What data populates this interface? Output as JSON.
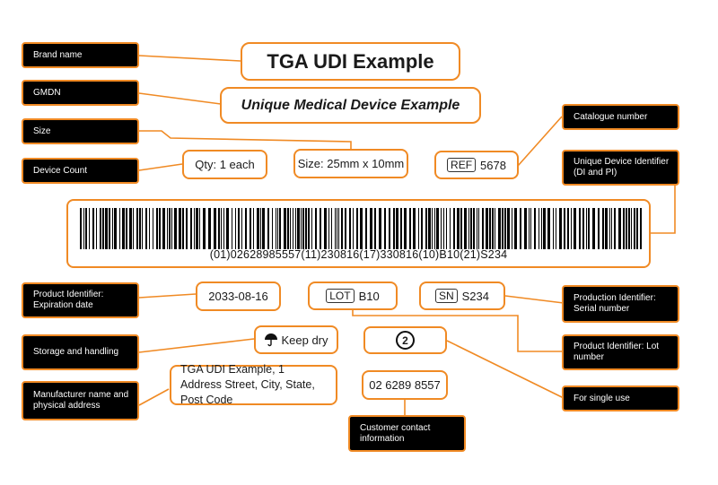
{
  "labels": {
    "brand_name": "Brand name",
    "gmdn": "GMDN",
    "size": "Size",
    "device_count": "Device Count",
    "catalogue_number": "Catalogue number",
    "udi": "Unique Device Identifier (DI and PI)",
    "expiration": "Product Identifier: Expiration date",
    "storage": "Storage and handling",
    "manufacturer": "Manufacturer name and physical address",
    "serial": "Production Identifier: Serial number",
    "lot": "Product Identifier: Lot number",
    "single_use": "For single use",
    "contact": "Customer contact information"
  },
  "fields": {
    "brand": "TGA UDI Example",
    "gmdn": "Unique Medical Device Example",
    "qty": "Qty: 1 each",
    "size": "Size: 25mm x 10mm",
    "ref_symbol": "REF",
    "ref_value": "5678",
    "barcode_text": "(01)02628985557(11)230816(17)330816(10)B10(21)S234",
    "expiry": "2033-08-16",
    "lot_symbol": "LOT",
    "lot_value": "B10",
    "sn_symbol": "SN",
    "sn_value": "S234",
    "keep_dry": "Keep dry",
    "keep_dry_icon": "umbrella-icon",
    "single_use_icon": "do-not-reuse-icon",
    "single_use_symbol": "2",
    "address": "TGA UDI Example, 1 Address Street, City, State, Post Code",
    "phone": "02 6289 8557"
  },
  "colors": {
    "accent": "#f08a24",
    "label_bg": "#000000",
    "label_text": "#ffffff"
  }
}
